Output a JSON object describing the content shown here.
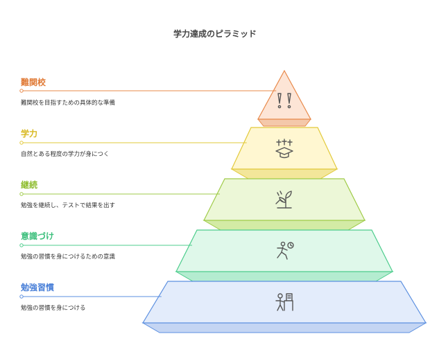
{
  "title": "学力達成のピラミッド",
  "levels": [
    {
      "title": "難関校",
      "description": "難関校を目指すための具体的な準備",
      "icon": "exclamation-icon",
      "stroke": "#e8894a",
      "fill": "#fde5d6",
      "side": "#f4c8aa",
      "text_color": "#e07a36"
    },
    {
      "title": "学力",
      "description": "自然とある程度の学力が身につく",
      "icon": "graduation-icon",
      "stroke": "#e2c93a",
      "fill": "#fff7d1",
      "side": "#f3e69a",
      "text_color": "#d8b820"
    },
    {
      "title": "継続",
      "description": "勉強を継続し、テストで結果を出す",
      "icon": "growth-icon",
      "stroke": "#9fcb48",
      "fill": "#ecf7d7",
      "side": "#d3eba5",
      "text_color": "#8fbd30"
    },
    {
      "title": "意識づけ",
      "description": "勉強の習慣を身につけるための意識",
      "icon": "runner-icon",
      "stroke": "#4ccc8c",
      "fill": "#dff8ea",
      "side": "#b4ecd0",
      "text_color": "#3cbf7c"
    },
    {
      "title": "勉強習慣",
      "description": "勉強の習慣を身につける",
      "icon": "study-icon",
      "stroke": "#5b8fe0",
      "fill": "#e3ecfb",
      "side": "#c4d5f3",
      "text_color": "#4a80d8"
    }
  ]
}
